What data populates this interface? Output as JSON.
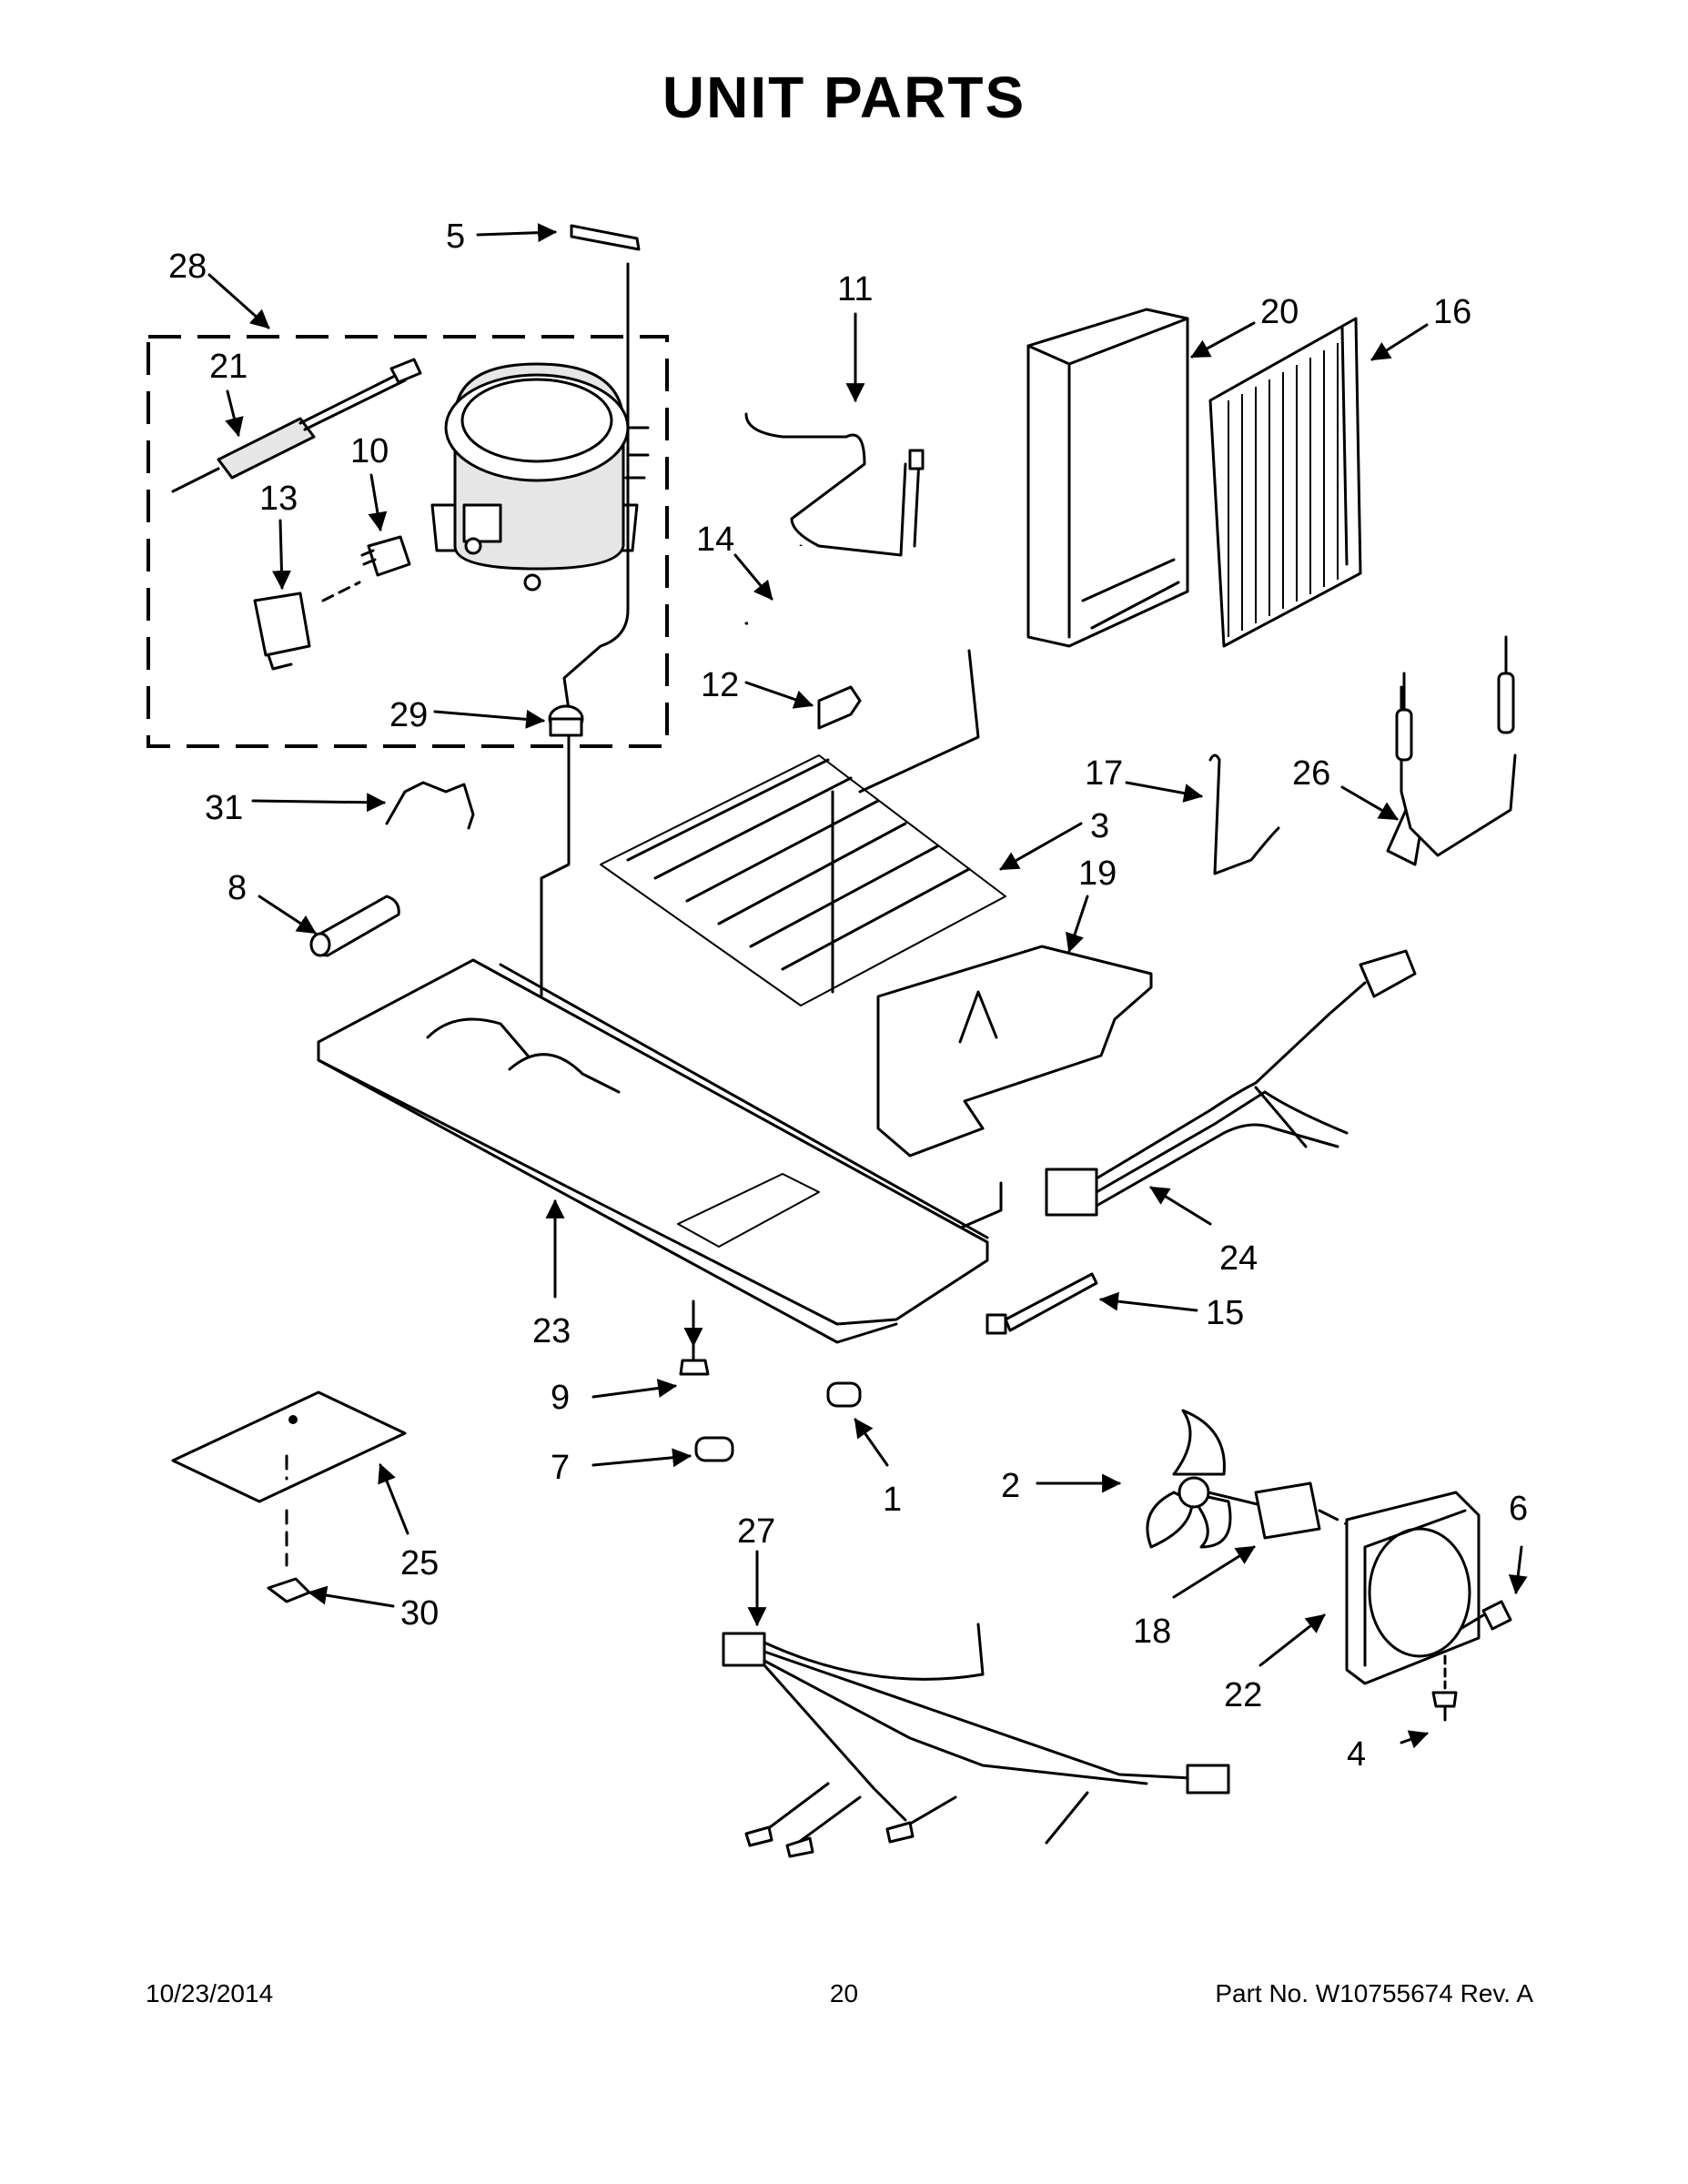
{
  "title": "UNIT PARTS",
  "footer": {
    "date": "10/23/2014",
    "page": "20",
    "part_number": "Part No.  W10755674  Rev.  A"
  },
  "callouts": {
    "c1": "1",
    "c2": "2",
    "c3": "3",
    "c4": "4",
    "c5": "5",
    "c6": "6",
    "c7": "7",
    "c8": "8",
    "c9": "9",
    "c10": "10",
    "c11": "11",
    "c12": "12",
    "c13": "13",
    "c14": "14",
    "c15": "15",
    "c16": "16",
    "c17": "17",
    "c18": "18",
    "c19": "19",
    "c20": "20",
    "c21": "21",
    "c22": "22",
    "c23": "23",
    "c24": "24",
    "c25": "25",
    "c26": "26",
    "c27": "27",
    "c28": "28",
    "c29": "29",
    "c30": "30",
    "c31": "31"
  }
}
